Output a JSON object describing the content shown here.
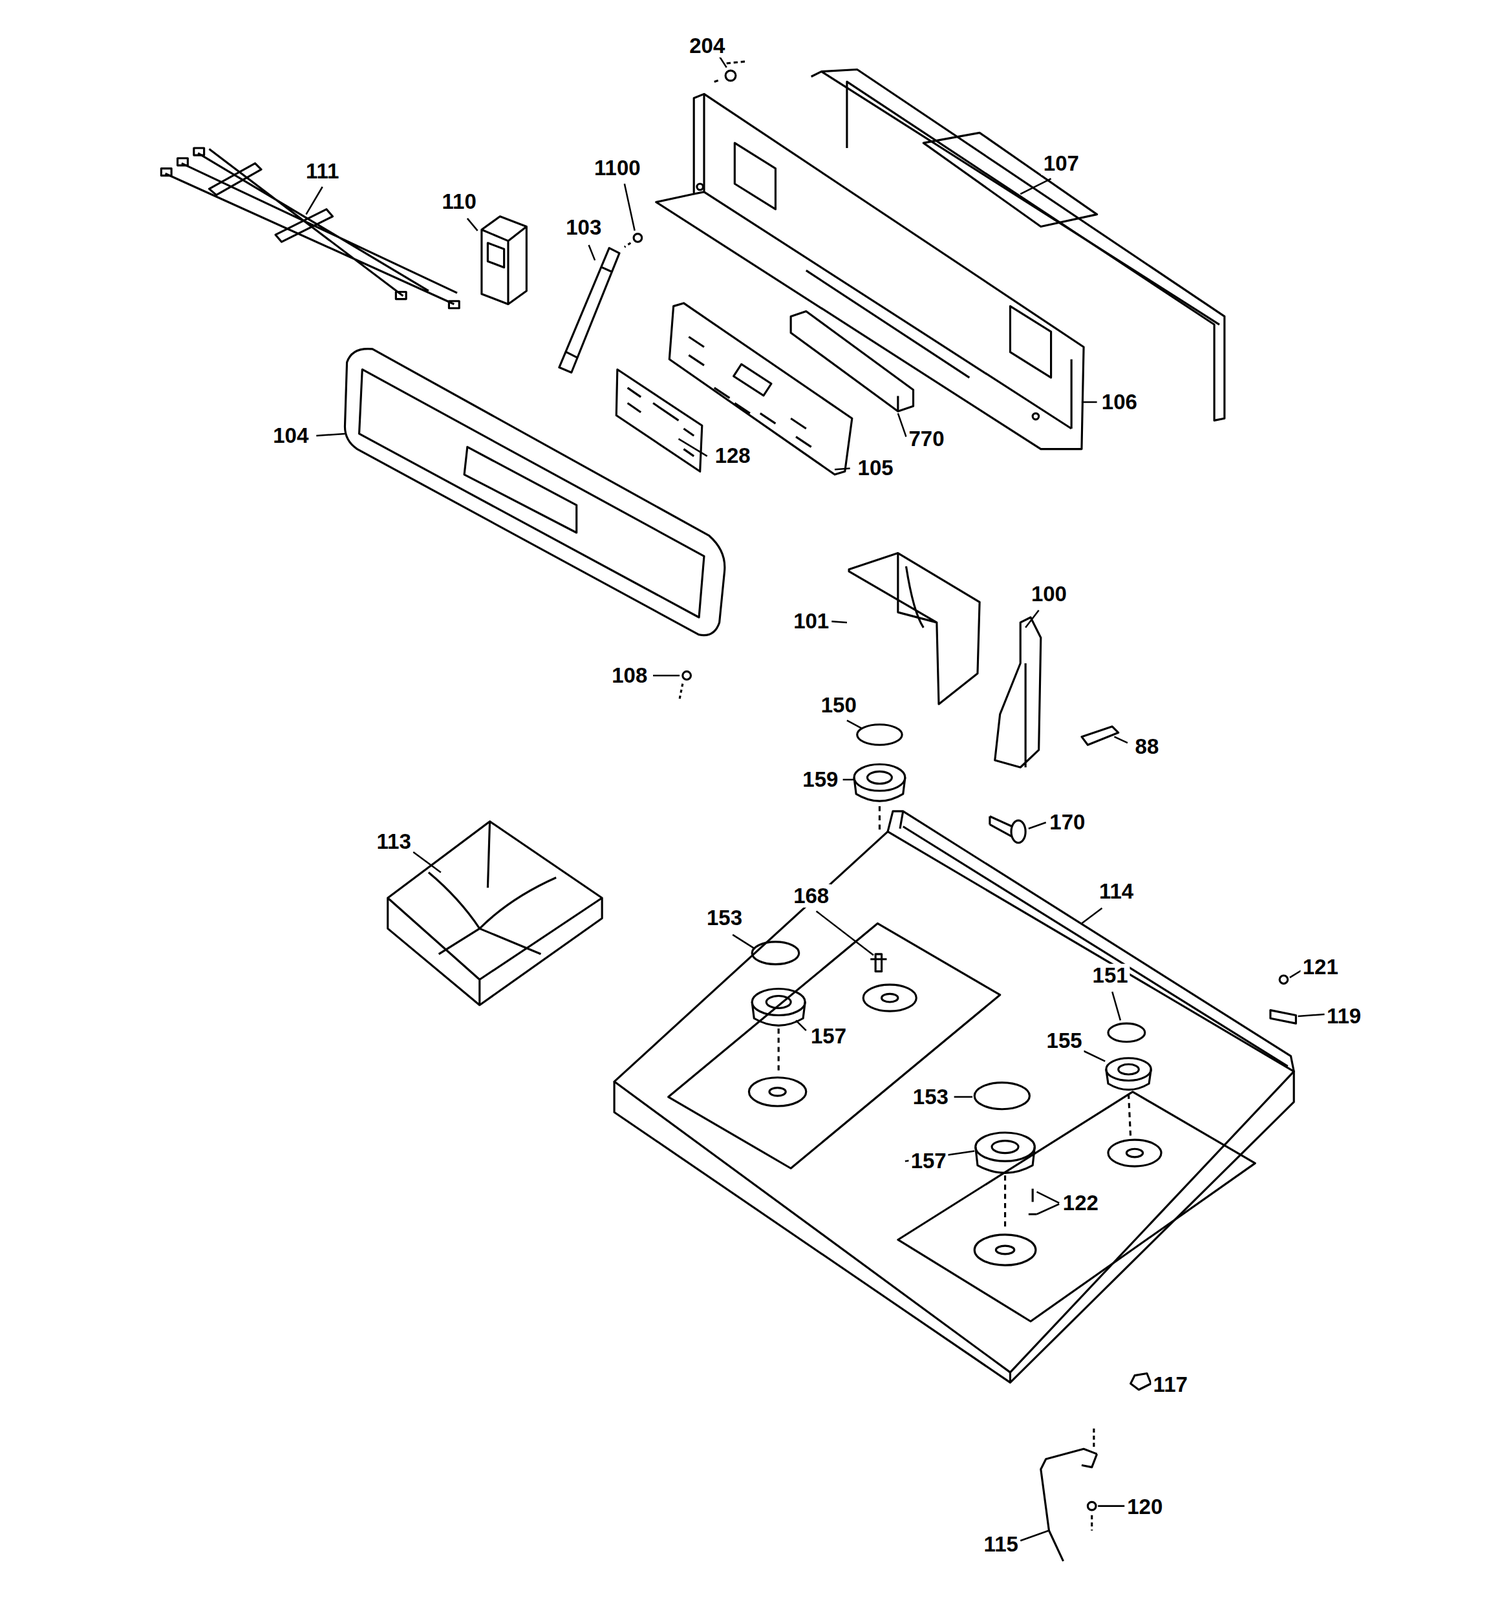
{
  "diagram": {
    "labels": [
      "204",
      "111",
      "110",
      "1100",
      "103",
      "107",
      "104",
      "128",
      "105",
      "770",
      "106",
      "101",
      "100",
      "108",
      "150",
      "88",
      "159",
      "170",
      "113",
      "153",
      "168",
      "114",
      "157",
      "151",
      "121",
      "155",
      "119",
      "153",
      "157",
      "122",
      "117",
      "120",
      "115"
    ]
  }
}
